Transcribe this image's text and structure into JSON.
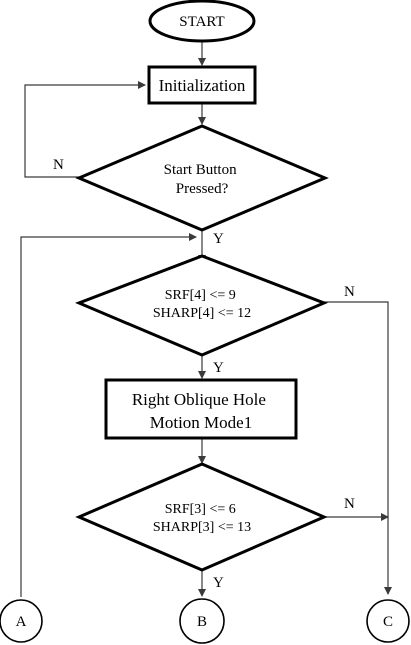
{
  "nodes": {
    "start": "START",
    "initialization": "Initialization",
    "start_button": [
      "Start Button",
      "Pressed?"
    ],
    "decision_4": [
      "SRF[4] <= 9",
      "SHARP[4] <= 12"
    ],
    "motion_mode": [
      "Right Oblique Hole",
      "Motion Mode1"
    ],
    "decision_3": [
      "SRF[3] <= 6",
      "SHARP[3] <= 13"
    ],
    "connector_a": "A",
    "connector_b": "B",
    "connector_c": "C"
  },
  "edge_labels": {
    "start_button_no": "N",
    "start_button_yes": "Y",
    "decision_4_no": "N",
    "decision_4_yes": "Y",
    "decision_3_no": "N",
    "decision_3_yes": "Y"
  }
}
